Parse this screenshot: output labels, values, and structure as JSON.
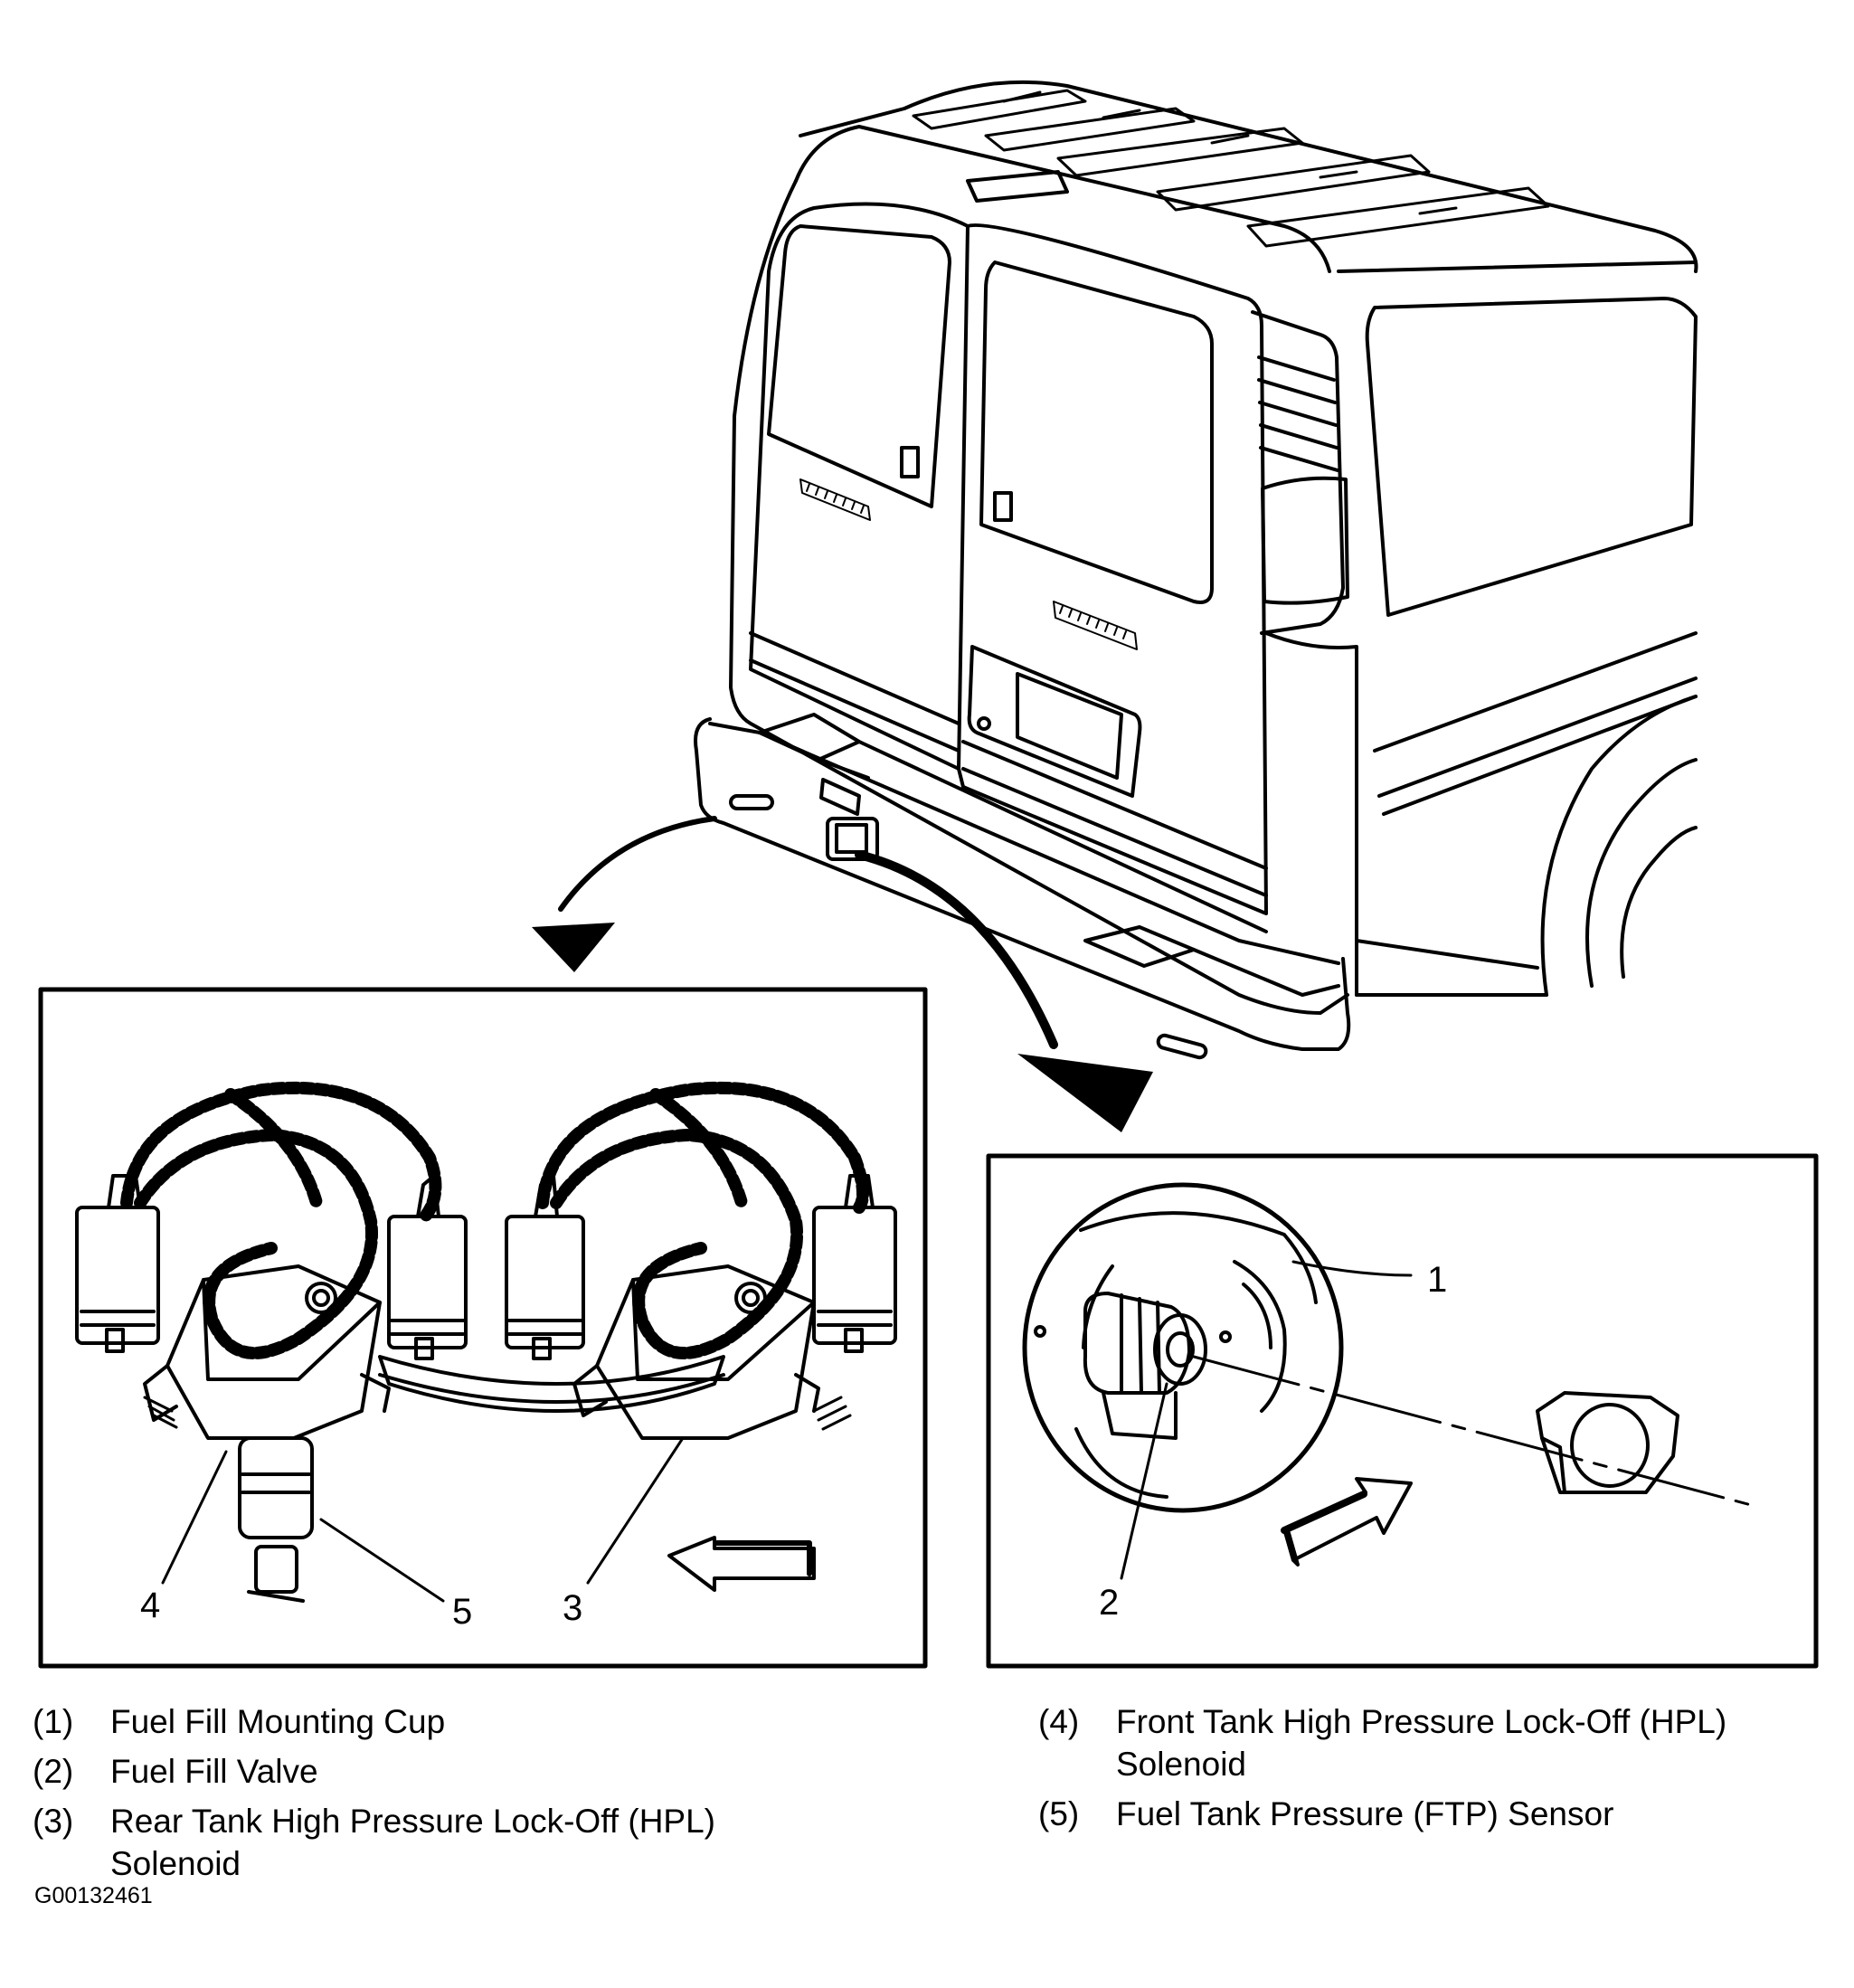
{
  "callouts": {
    "c1": "1",
    "c2": "2",
    "c3": "3",
    "c4": "4",
    "c5": "5"
  },
  "legend": {
    "left": [
      {
        "num": "(1)",
        "text": "Fuel Fill Mounting Cup"
      },
      {
        "num": "(2)",
        "text": "Fuel Fill Valve"
      },
      {
        "num": "(3)",
        "text": "Rear Tank High Pressure Lock-Off (HPL) Solenoid"
      }
    ],
    "right": [
      {
        "num": "(4)",
        "text": "Front Tank High Pressure Lock-Off (HPL) Solenoid"
      },
      {
        "num": "(5)",
        "text": "Fuel Tank Pressure (FTP) Sensor"
      }
    ]
  },
  "figure_id": "G00132461",
  "colors": {
    "line": "#000000",
    "background": "#ffffff"
  }
}
